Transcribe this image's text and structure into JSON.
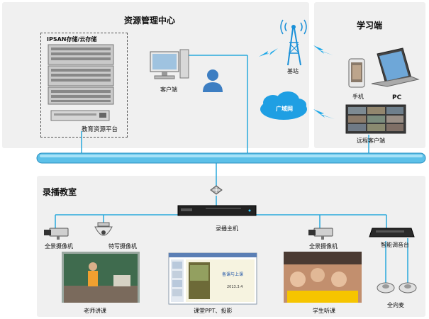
{
  "top": {
    "resource_center_title": "资源管理中心",
    "storage_title": "IPSAN存储/云存储",
    "client_label": "客户端",
    "platform_label": "教育资源平台",
    "base_station_label": "基站",
    "wan_label": "广域网",
    "learning_title": "学习端",
    "phone_label": "手机",
    "pc_label": "PC",
    "remote_client_label": "远程客户端"
  },
  "bottom": {
    "classroom_title": "录播教室",
    "host_label": "录播主机",
    "pano_cam_left_label": "全景摄像机",
    "closeup_cam_label": "特写摄像机",
    "pano_cam_right_label": "全景摄像机",
    "mixer_label": "智能调音台",
    "teacher_label": "老师讲课",
    "courseware_label": "课堂PPT、投影",
    "student_label": "学生听课",
    "mic_label": "全向麦",
    "ppt_title": "备课与上课",
    "ppt_date": "2013.3.4"
  },
  "colors": {
    "panel_bg": "#f0f0f0",
    "network_line": "#28a9dc",
    "bus": "#5cc0e8",
    "accent_yellow": "#f6c500"
  }
}
